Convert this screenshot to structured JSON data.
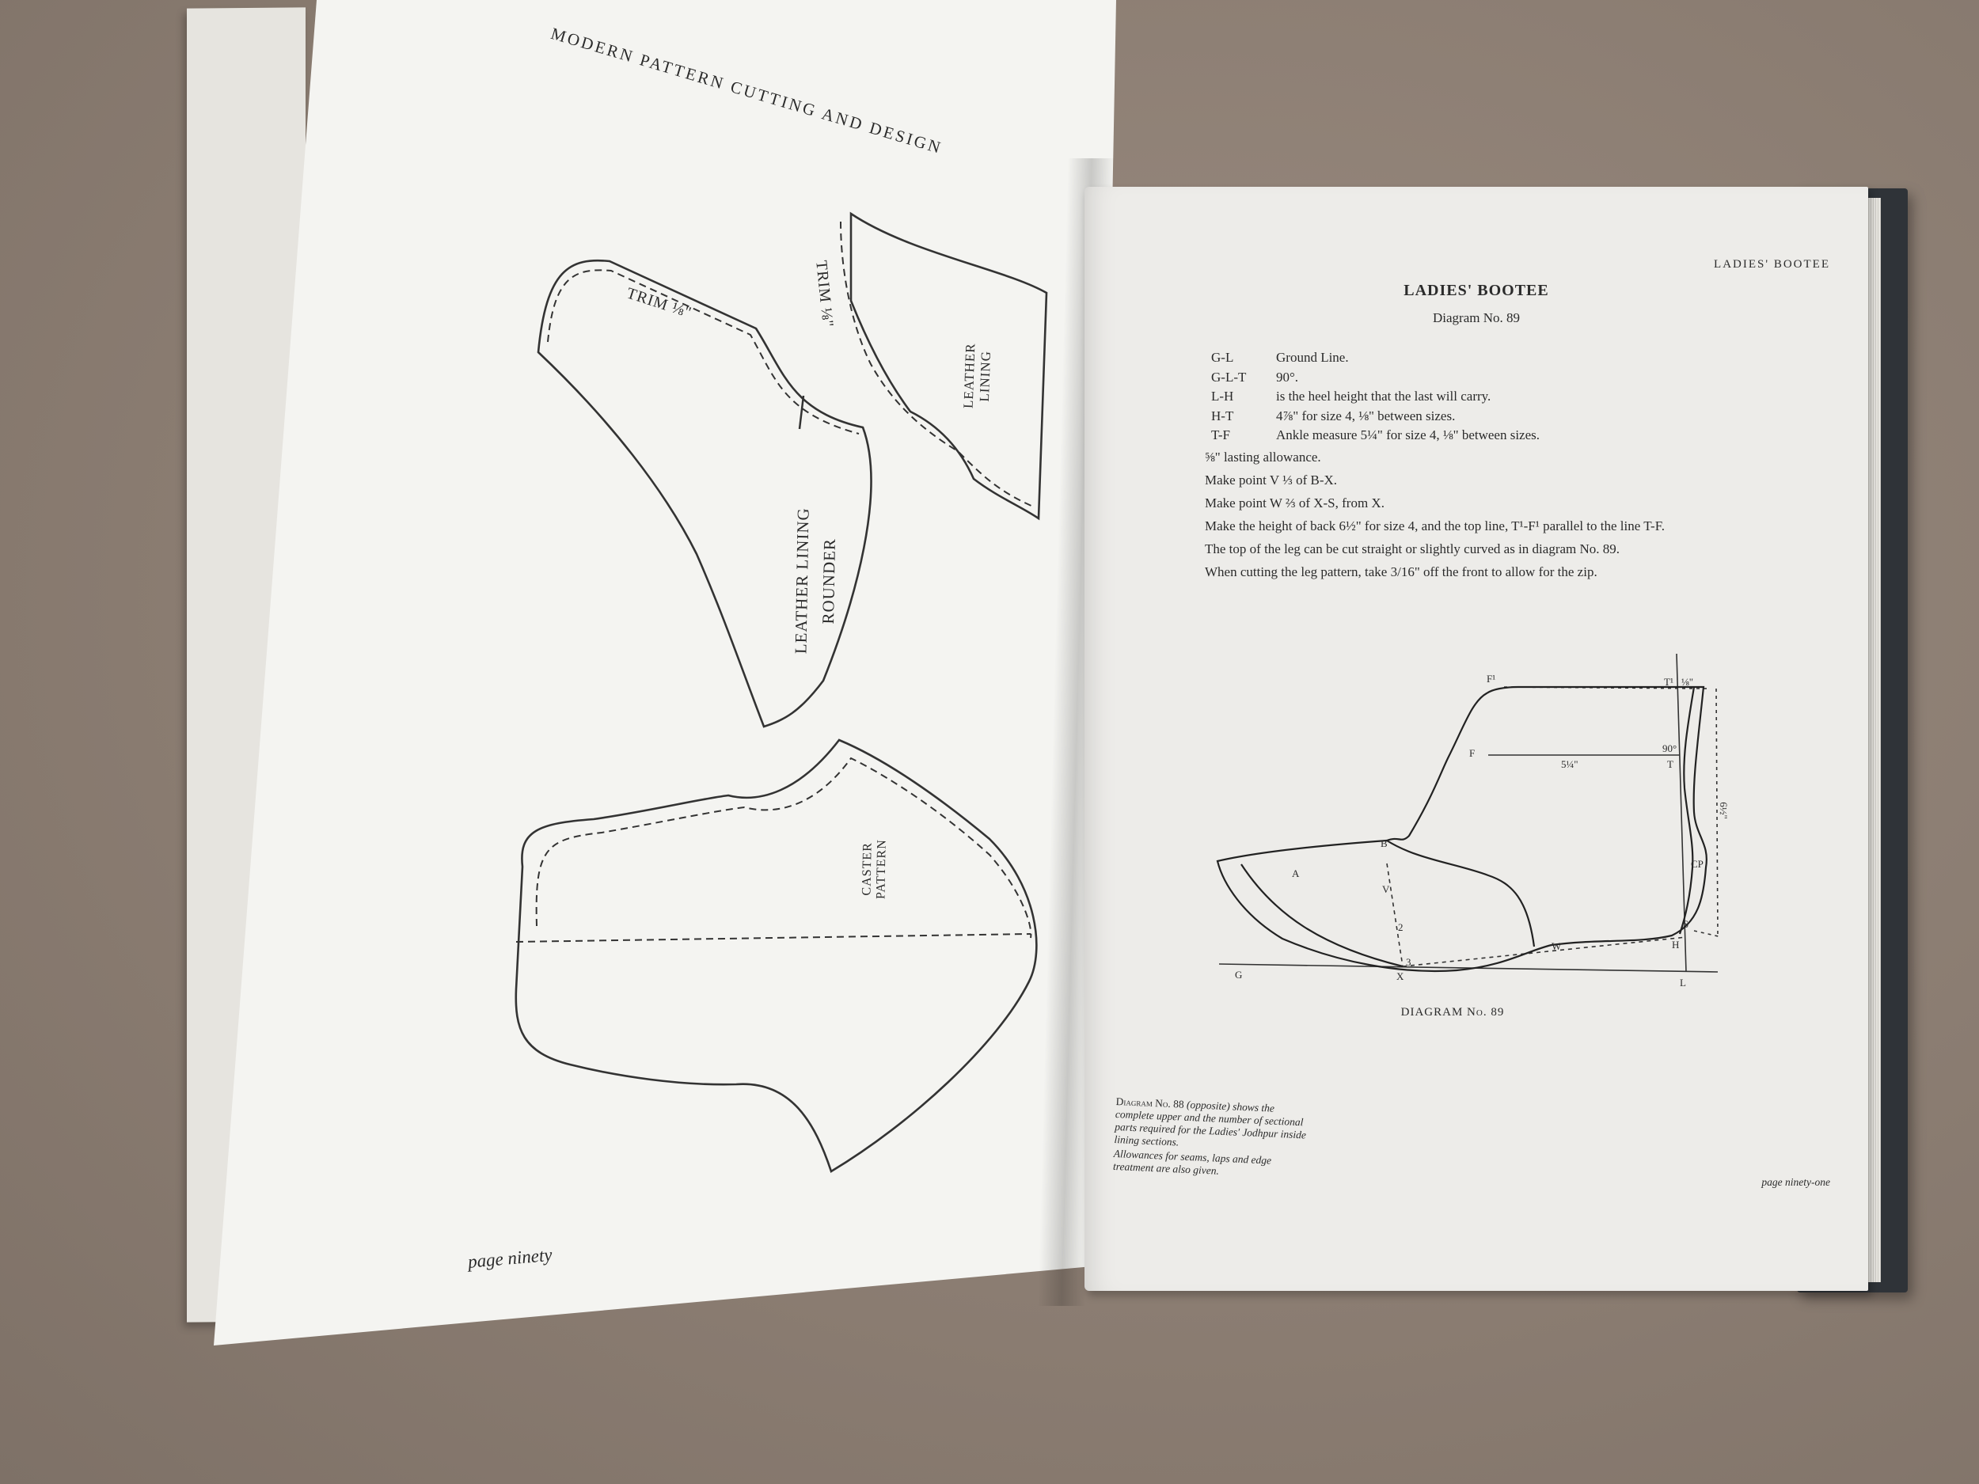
{
  "left_page": {
    "header": "MODERN PATTERN CUTTING AND DESIGN",
    "footer": "page ninety",
    "pieces": {
      "trim_label_1": "TRIM ⅛\"",
      "trim_label_2": "TRIM ⅛\"",
      "leather_lining": "LEATHER LINING",
      "leather_lining_rounder": "LEATHER LINING ROUNDER",
      "caster_pattern": "CASTER PATTERN"
    }
  },
  "right_page": {
    "running_head": "LADIES' BOOTEE",
    "title": "LADIES' BOOTEE",
    "subtitle": "Diagram No. 89",
    "definitions": [
      {
        "key": "G-L",
        "value": "Ground Line."
      },
      {
        "key": "G-L-T",
        "value": "90°."
      },
      {
        "key": "L-H",
        "value": "is the heel height that the last will carry."
      },
      {
        "key": "H-T",
        "value": "4⅞\" for size 4, ⅛\" between sizes."
      },
      {
        "key": "T-F",
        "value": "Ankle measure 5¼\" for size 4, ⅛\" between sizes."
      }
    ],
    "paragraphs": [
      "⅝\" lasting allowance.",
      "Make point V ⅓ of B-X.",
      "Make point W ⅔ of X-S, from X.",
      "Make the height of back 6½\" for size 4, and the top line, T¹-F¹ parallel to the line T-F.",
      "The top of the leg can be cut straight or slightly curved as in diagram No. 89.",
      "When cutting the leg pattern, take 3/16\" off the front to allow for the zip."
    ],
    "diagram_caption": "DIAGRAM No. 89",
    "diagram_labels": {
      "F1": "F¹",
      "T1": "T¹",
      "eighth": "⅛\"",
      "F": "F",
      "T": "T",
      "ninety": "90°",
      "ankle": "5¼\"",
      "height": "6½\"",
      "B": "B",
      "A": "A",
      "V": "V",
      "CP": "CP",
      "S": "S",
      "W": "W",
      "H": "H",
      "X": "X",
      "G": "G",
      "L": "L",
      "two": "2",
      "three": "3"
    },
    "side_note": {
      "lead": "Diagram No. 88",
      "line1": "(opposite) shows the complete upper and the number of sectional parts required for the Ladies' Jodhpur inside lining sections.",
      "line2": "Allowances for seams, laps and edge treatment are also given."
    },
    "footer": "page ninety-one"
  }
}
